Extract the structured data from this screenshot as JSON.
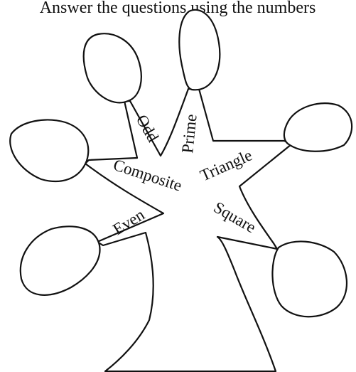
{
  "instruction_text": "Answer the questions using the numbers",
  "branches": [
    {
      "id": "odd",
      "label": "Odd"
    },
    {
      "id": "prime",
      "label": "Prime"
    },
    {
      "id": "triangle",
      "label": "Triangle"
    },
    {
      "id": "composite",
      "label": "Composite"
    },
    {
      "id": "even",
      "label": "Even"
    },
    {
      "id": "square",
      "label": "Square"
    }
  ],
  "colors": {
    "stroke": "#111111",
    "fill": "#ffffff"
  }
}
